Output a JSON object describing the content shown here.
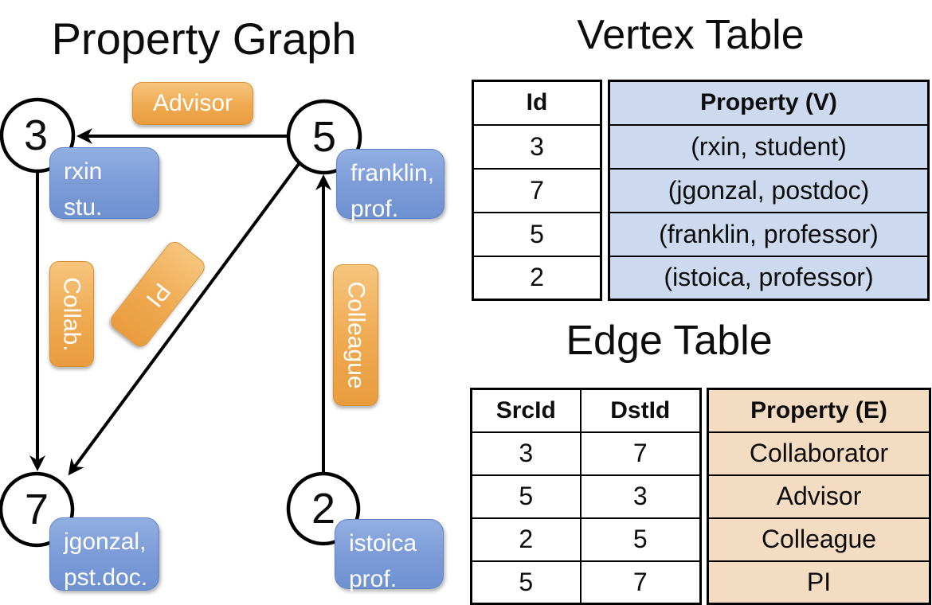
{
  "graph": {
    "title": "Property Graph",
    "nodes": [
      {
        "id": "3",
        "line1": "rxin",
        "line2": "stu."
      },
      {
        "id": "5",
        "line1": "franklin,",
        "line2": "prof."
      },
      {
        "id": "7",
        "line1": "jgonzal,",
        "line2": "pst.doc."
      },
      {
        "id": "2",
        "line1": "istoica",
        "line2": "prof."
      }
    ],
    "edges": [
      {
        "label": "Advisor",
        "src": "5",
        "dst": "3"
      },
      {
        "label": "Collab.",
        "src": "3",
        "dst": "7"
      },
      {
        "label": "PI",
        "src": "5",
        "dst": "7"
      },
      {
        "label": "Colleague",
        "src": "2",
        "dst": "5"
      }
    ]
  },
  "vertex_table": {
    "title": "Vertex Table",
    "headers": {
      "id": "Id",
      "property": "Property (V)"
    },
    "rows": [
      {
        "id": "3",
        "property": "(rxin, student)"
      },
      {
        "id": "7",
        "property": "(jgonzal, postdoc)"
      },
      {
        "id": "5",
        "property": "(franklin, professor)"
      },
      {
        "id": "2",
        "property": "(istoica, professor)"
      }
    ]
  },
  "edge_table": {
    "title": "Edge Table",
    "headers": {
      "src": "SrcId",
      "dst": "DstId",
      "property": "Property (E)"
    },
    "rows": [
      {
        "src": "3",
        "dst": "7",
        "property": "Collaborator"
      },
      {
        "src": "5",
        "dst": "3",
        "property": "Advisor"
      },
      {
        "src": "2",
        "dst": "5",
        "property": "Colleague"
      },
      {
        "src": "5",
        "dst": "7",
        "property": "PI"
      }
    ]
  },
  "colors": {
    "edge_label_orange": "#EFA950",
    "vertex_label_blue": "#7D9CD8",
    "vertex_property_fill": "#CDD9EE",
    "edge_property_fill": "#F4DCC2",
    "line_black": "#000000"
  }
}
